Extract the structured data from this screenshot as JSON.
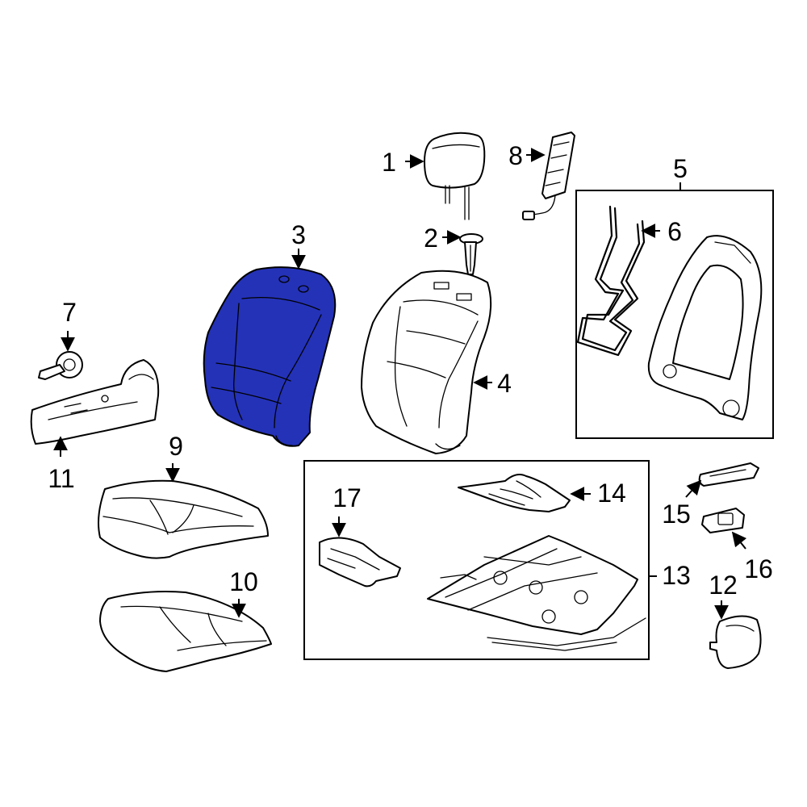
{
  "highlight_color": "#2432b8",
  "highlighted_part": "3",
  "callouts": [
    "1",
    "2",
    "3",
    "4",
    "5",
    "6",
    "7",
    "8",
    "9",
    "10",
    "11",
    "12",
    "13",
    "14",
    "15",
    "16",
    "17"
  ]
}
